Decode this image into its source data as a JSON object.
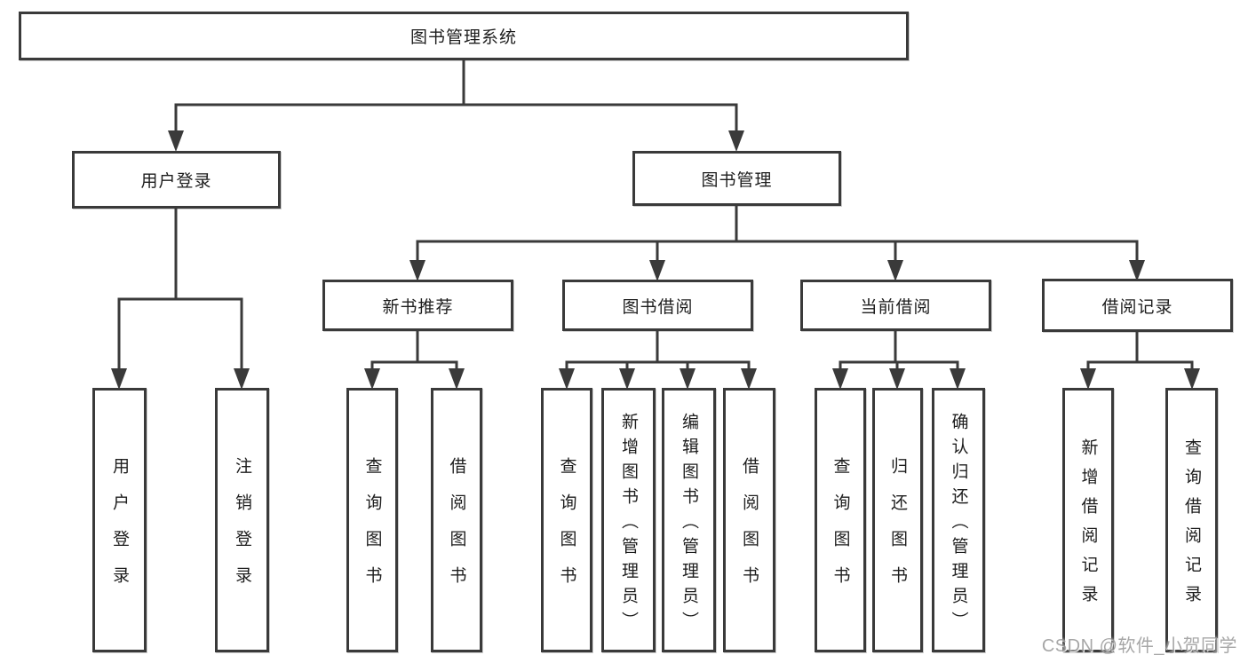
{
  "watermark": "CSDN @软件_小贺同学",
  "colors": {
    "line": "#3a3a3a",
    "text": "#1d1d1d",
    "watermark_gray": "#9b9b9b",
    "background": "#ffffff"
  },
  "nodes": {
    "root": "图书管理系统",
    "user_login": "用户登录",
    "book_mgmt": "图书管理",
    "new_books": "新书推荐",
    "book_borrow": "图书借阅",
    "current_borrow": "当前借阅",
    "borrow_records": "借阅记录",
    "leaves": {
      "login": [
        "用户登录",
        "注销登录"
      ],
      "new_books": [
        "查询图书",
        "借阅图书"
      ],
      "book_borrow": [
        "查询图书",
        "新增图书（管理员）",
        "编辑图书（管理员）",
        "借阅图书"
      ],
      "current_borrow": [
        "查询图书",
        "归还图书",
        "确认归还（管理员）"
      ],
      "borrow_records": [
        "新增借阅记录",
        "查询借阅记录"
      ]
    }
  }
}
